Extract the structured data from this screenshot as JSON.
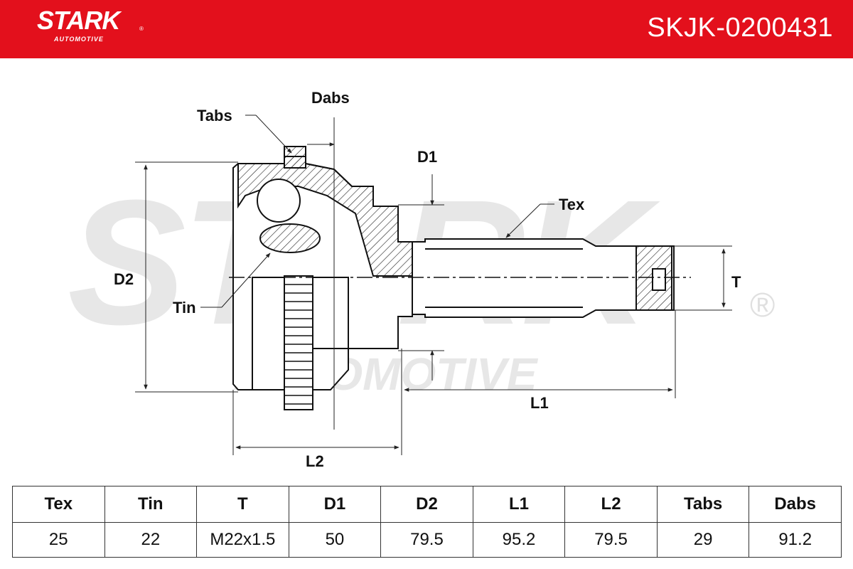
{
  "brand": {
    "name": "STARK",
    "sub": "AUTOMOTIVE",
    "reg_mark": "®",
    "color": "#e3101c"
  },
  "part_number": "SKJK-0200431",
  "watermark": {
    "text": "STARK",
    "sub": "AUTOMOTIVE",
    "reg_mark": "®"
  },
  "diagram": {
    "labels": {
      "tabs": "Tabs",
      "dabs": "Dabs",
      "d1": "D1",
      "tex": "Tex",
      "d2": "D2",
      "t": "T",
      "tin": "Tin",
      "l1": "L1",
      "l2": "L2"
    }
  },
  "table": {
    "headers": [
      "Tex",
      "Tin",
      "T",
      "D1",
      "D2",
      "L1",
      "L2",
      "Tabs",
      "Dabs"
    ],
    "values": [
      "25",
      "22",
      "M22x1.5",
      "50",
      "79.5",
      "95.2",
      "79.5",
      "29",
      "91.2"
    ]
  }
}
